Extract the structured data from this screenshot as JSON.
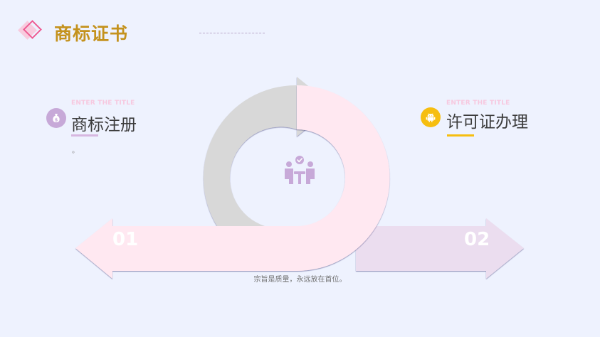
{
  "page": {
    "title": "商标证书"
  },
  "left_item": {
    "eyebrow": "ENTER THE TITLE",
    "heading": "商标注册",
    "note": "。",
    "icon": "money-bag-icon"
  },
  "right_item": {
    "eyebrow": "ENTER THE TITLE",
    "heading": "许可证办理",
    "icon": "android-icon"
  },
  "diagram": {
    "left_number": "01",
    "right_number": "02",
    "center_icon": "team-check-icon"
  },
  "caption": "宗旨是质量，永远放在首位。",
  "colors": {
    "background": "#EEF2FE",
    "title": "#C4921D",
    "pink_arrow": "#FFE8F1",
    "lavender_arrow": "#EBDDEF",
    "gray_arrow": "#D8D8D8",
    "purple_accent": "#C7A9D8",
    "yellow_accent": "#F6BE10"
  }
}
